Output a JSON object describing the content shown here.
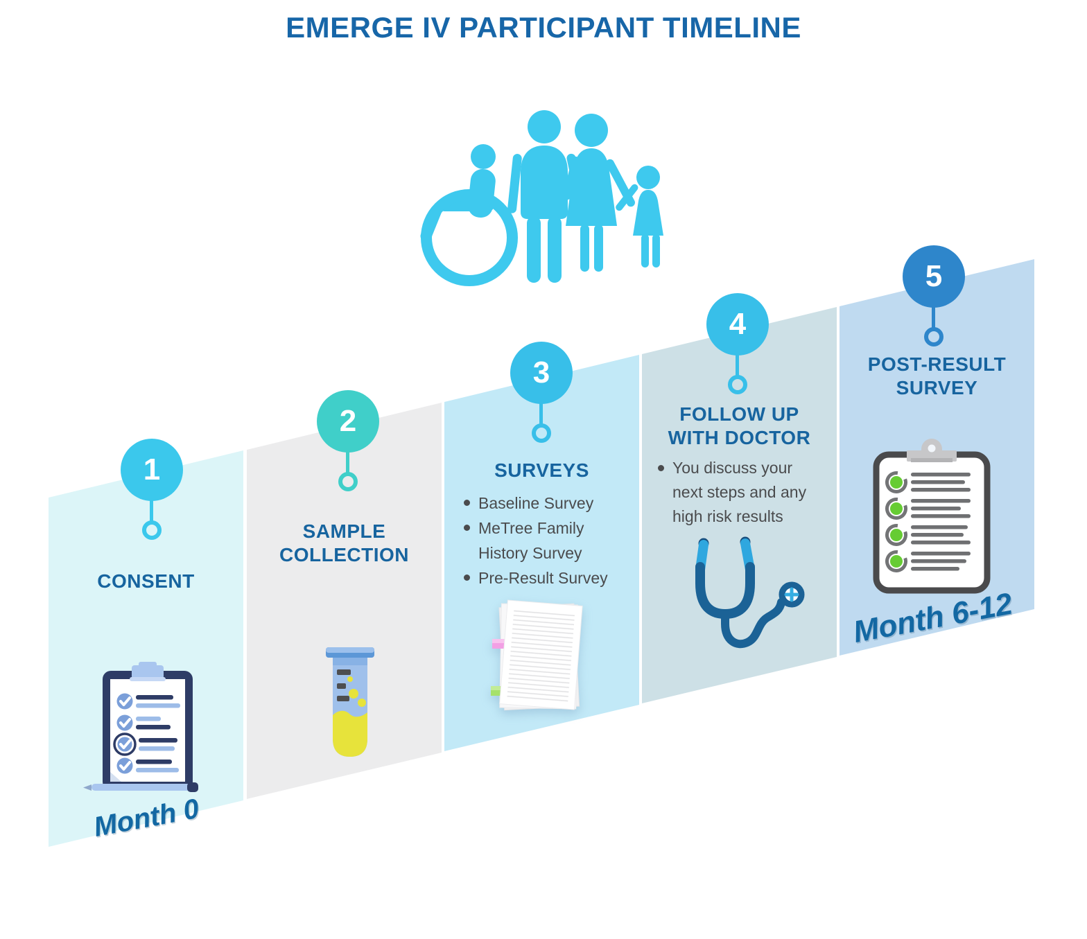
{
  "title": "EMERGE IV PARTICIPANT TIMELINE",
  "family_icon": "family-with-wheelchair-user",
  "steps": [
    {
      "number": "1",
      "label": "CONSENT",
      "label_lines": [
        "CONSENT"
      ],
      "month_label": "Month 0",
      "icon": "clipboard-checklist-with-pen",
      "circle_color": "#3BC8EC",
      "panel_color": "#DCF5F8"
    },
    {
      "number": "2",
      "label": "SAMPLE COLLECTION",
      "label_lines": [
        "SAMPLE",
        "COLLECTION"
      ],
      "icon": "test-tube-sample",
      "circle_color": "#40CFC9",
      "panel_color": "#ECECED"
    },
    {
      "number": "3",
      "label": "SURVEYS",
      "label_lines": [
        "SURVEYS"
      ],
      "bullets": [
        "Baseline Survey",
        "MeTree Family History Survey",
        "Pre-Result Survey"
      ],
      "icon": "survey-papers-with-tabs",
      "circle_color": "#38BFE9",
      "panel_color": "#C2E9F7"
    },
    {
      "number": "4",
      "label": "FOLLOW UP WITH DOCTOR",
      "label_lines": [
        "FOLLOW UP",
        "WITH DOCTOR"
      ],
      "bullets": [
        "You discuss your next steps and any high risk results"
      ],
      "icon": "stethoscope",
      "circle_color": "#38BFE9",
      "panel_color": "#CDE0E6"
    },
    {
      "number": "5",
      "label": "POST-RESULT SURVEY",
      "label_lines": [
        "POST-RESULT",
        "SURVEY"
      ],
      "month_label": "Month 6-12",
      "icon": "results-checklist-clipboard",
      "circle_color": "#2E86CB",
      "panel_color": "#BFDAF0"
    }
  ],
  "colors": {
    "title_text": "#1766A8",
    "heading_text": "#17649F",
    "bullet_text": "#4A4B4D",
    "month_label_text": "#1368A3",
    "family_icon_cyan": "#3EC9EE"
  }
}
